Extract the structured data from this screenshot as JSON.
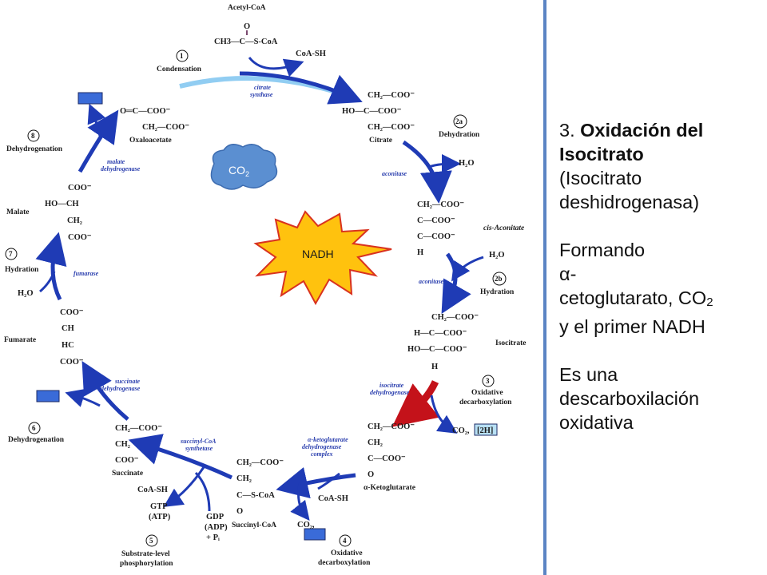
{
  "panel": {
    "step_number": "3.",
    "title_line1": "Oxidación del",
    "title_line2": "Isocitrato",
    "enzyme_line1": "(Isocitrato",
    "enzyme_line2": "deshidrogenasa)",
    "forming": "Formando",
    "alpha": "α-",
    "product_line": "cetoglutarato, CO",
    "product_sub": "2",
    "product_line2": "y el primer NADH",
    "desc_line1": "Es una",
    "desc_line2": "descarboxilación",
    "desc_line3": "oxidativa"
  },
  "bubbles": {
    "co2": "CO",
    "co2_sub": "2",
    "nadh": "NADH"
  },
  "molecules": {
    "acetyl_coa": "Acetyl-CoA",
    "acetyl_top": "O",
    "acetyl_formula": "CH3—C—S-CoA",
    "coa_sh": "CoA-SH",
    "citrate_r1": "CH₂—COO⁻",
    "citrate_r2": "HO—C—COO⁻",
    "citrate_r3": "CH₂—COO⁻",
    "citrate": "Citrate",
    "oxaloacetate_r1": "O═C—COO⁻",
    "oxaloacetate_r2": "CH₂—COO⁻",
    "oxaloacetate": "Oxaloacetate",
    "cis_r1": "CH₂—COO⁻",
    "cis_r2": "C—COO⁻",
    "cis_r3": "C—COO⁻",
    "cis_r4": "H",
    "cis_aconitate": "cis-Aconitate",
    "iso_r1": "CH₂—COO⁻",
    "iso_r2": "H—C—COO⁻",
    "iso_r3": "HO—C—COO⁻",
    "iso_r4": "H",
    "isocitrate": "Isocitrate",
    "akg_r1": "CH₂—COO⁻",
    "akg_r2": "CH₂",
    "akg_r3": "C—COO⁻",
    "akg_r4": "O",
    "akg": "α-Ketoglutarate",
    "succoa_r1": "CH₂—COO⁻",
    "succoa_r2": "CH₂",
    "succoa_r3": "C—S-CoA",
    "succoa_r4": "O",
    "succinyl_coa": "Succinyl-CoA",
    "succ_r1": "CH₂—COO⁻",
    "succ_r2": "CH₂",
    "succ_r3": "COO⁻",
    "succinate": "Succinate",
    "fum_r1": "COO⁻",
    "fum_r2": "CH",
    "fum_r3": "HC",
    "fum_r4": "COO⁻",
    "fumarate": "Fumarate",
    "mal_r1": "COO⁻",
    "mal_r2": "HO—CH",
    "mal_r3": "CH₂",
    "mal_r4": "COO⁻",
    "malate": "Malate",
    "h2o_a": "H₂O",
    "h2o_b": "H₂O",
    "h2o_c": "H₂O",
    "co2_2h": "CO₂,",
    "co2_b": "CO₂,",
    "coa_sh2": "CoA-SH",
    "coa_sh3": "CoA-SH",
    "gtp": "GTP",
    "atp": "(ATP)",
    "gdp": "GDP",
    "adp": "(ADP)",
    "pi": "+ Pᵢ",
    "tag_2h": "[2H]"
  },
  "steps": {
    "s1": "1",
    "s1_label": "Condensation",
    "s2a": "2a",
    "s2a_label": "Dehydration",
    "s2b": "2b",
    "s2b_label": "Hydration",
    "s3": "3",
    "s3_label1": "Oxidative",
    "s3_label2": "decarboxylation",
    "s4": "4",
    "s4_label1": "Oxidative",
    "s4_label2": "decarboxylation",
    "s5": "5",
    "s5_label1": "Substrate-level",
    "s5_label2": "phosphorylation",
    "s6": "6",
    "s6_label": "Dehydrogenation",
    "s7": "7",
    "s7_label": "Hydration",
    "s8": "8",
    "s8_label": "Dehydrogenation"
  },
  "enzymes": {
    "citrate_synthase_1": "citrate",
    "citrate_synthase_2": "synthase",
    "aconitase_a": "aconitase",
    "aconitase_b": "aconitase",
    "icdh_1": "isocitrate",
    "icdh_2": "dehydrogenase",
    "akgdh_1": "α-ketoglutarate",
    "akgdh_2": "dehydrogenase",
    "akgdh_3": "complex",
    "scs_1": "succinyl-CoA",
    "scs_2": "synthetase",
    "sdh_1": "succinate",
    "sdh_2": "dehydrogenase",
    "fumarase": "fumarase",
    "mdh_1": "malate",
    "mdh_2": "dehydrogenase"
  },
  "colors": {
    "cycle_arrow": "#1f3bb5",
    "highlight_arrow": "#c4121a",
    "co2_cloud": "#5b8fd1",
    "nadh_burst": "#ffc20e",
    "divider": "#5b84c4"
  }
}
